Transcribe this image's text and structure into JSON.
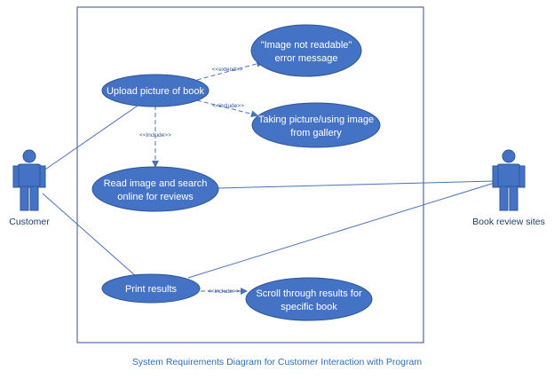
{
  "colors": {
    "usecase_fill": "#4472c4",
    "usecase_stroke": "#2f5597",
    "actor_fill": "#4472c4",
    "line": "#4a72b8",
    "boundary": "#2f4f8f",
    "caption": "#2e6fb8"
  },
  "actors": {
    "customer": "Customer",
    "book_sites": "Book review sites"
  },
  "usecases": {
    "upload": [
      "Upload picture of book"
    ],
    "not_readable": [
      "\"Image not readable\"",
      "error message"
    ],
    "taking_picture": [
      "Taking picture/using image",
      "from gallery"
    ],
    "read_search": [
      "Read image and search",
      "online for reviews"
    ],
    "print": [
      "Print results"
    ],
    "scroll": [
      "Scroll through results for",
      "specific book"
    ]
  },
  "relations": {
    "extend": "<<extend>>",
    "include_taking": "<<include>>",
    "include_read": "<<include>>",
    "include_scroll": "<<include>>"
  },
  "caption": "System Requirements Diagram for Customer Interaction with Program"
}
